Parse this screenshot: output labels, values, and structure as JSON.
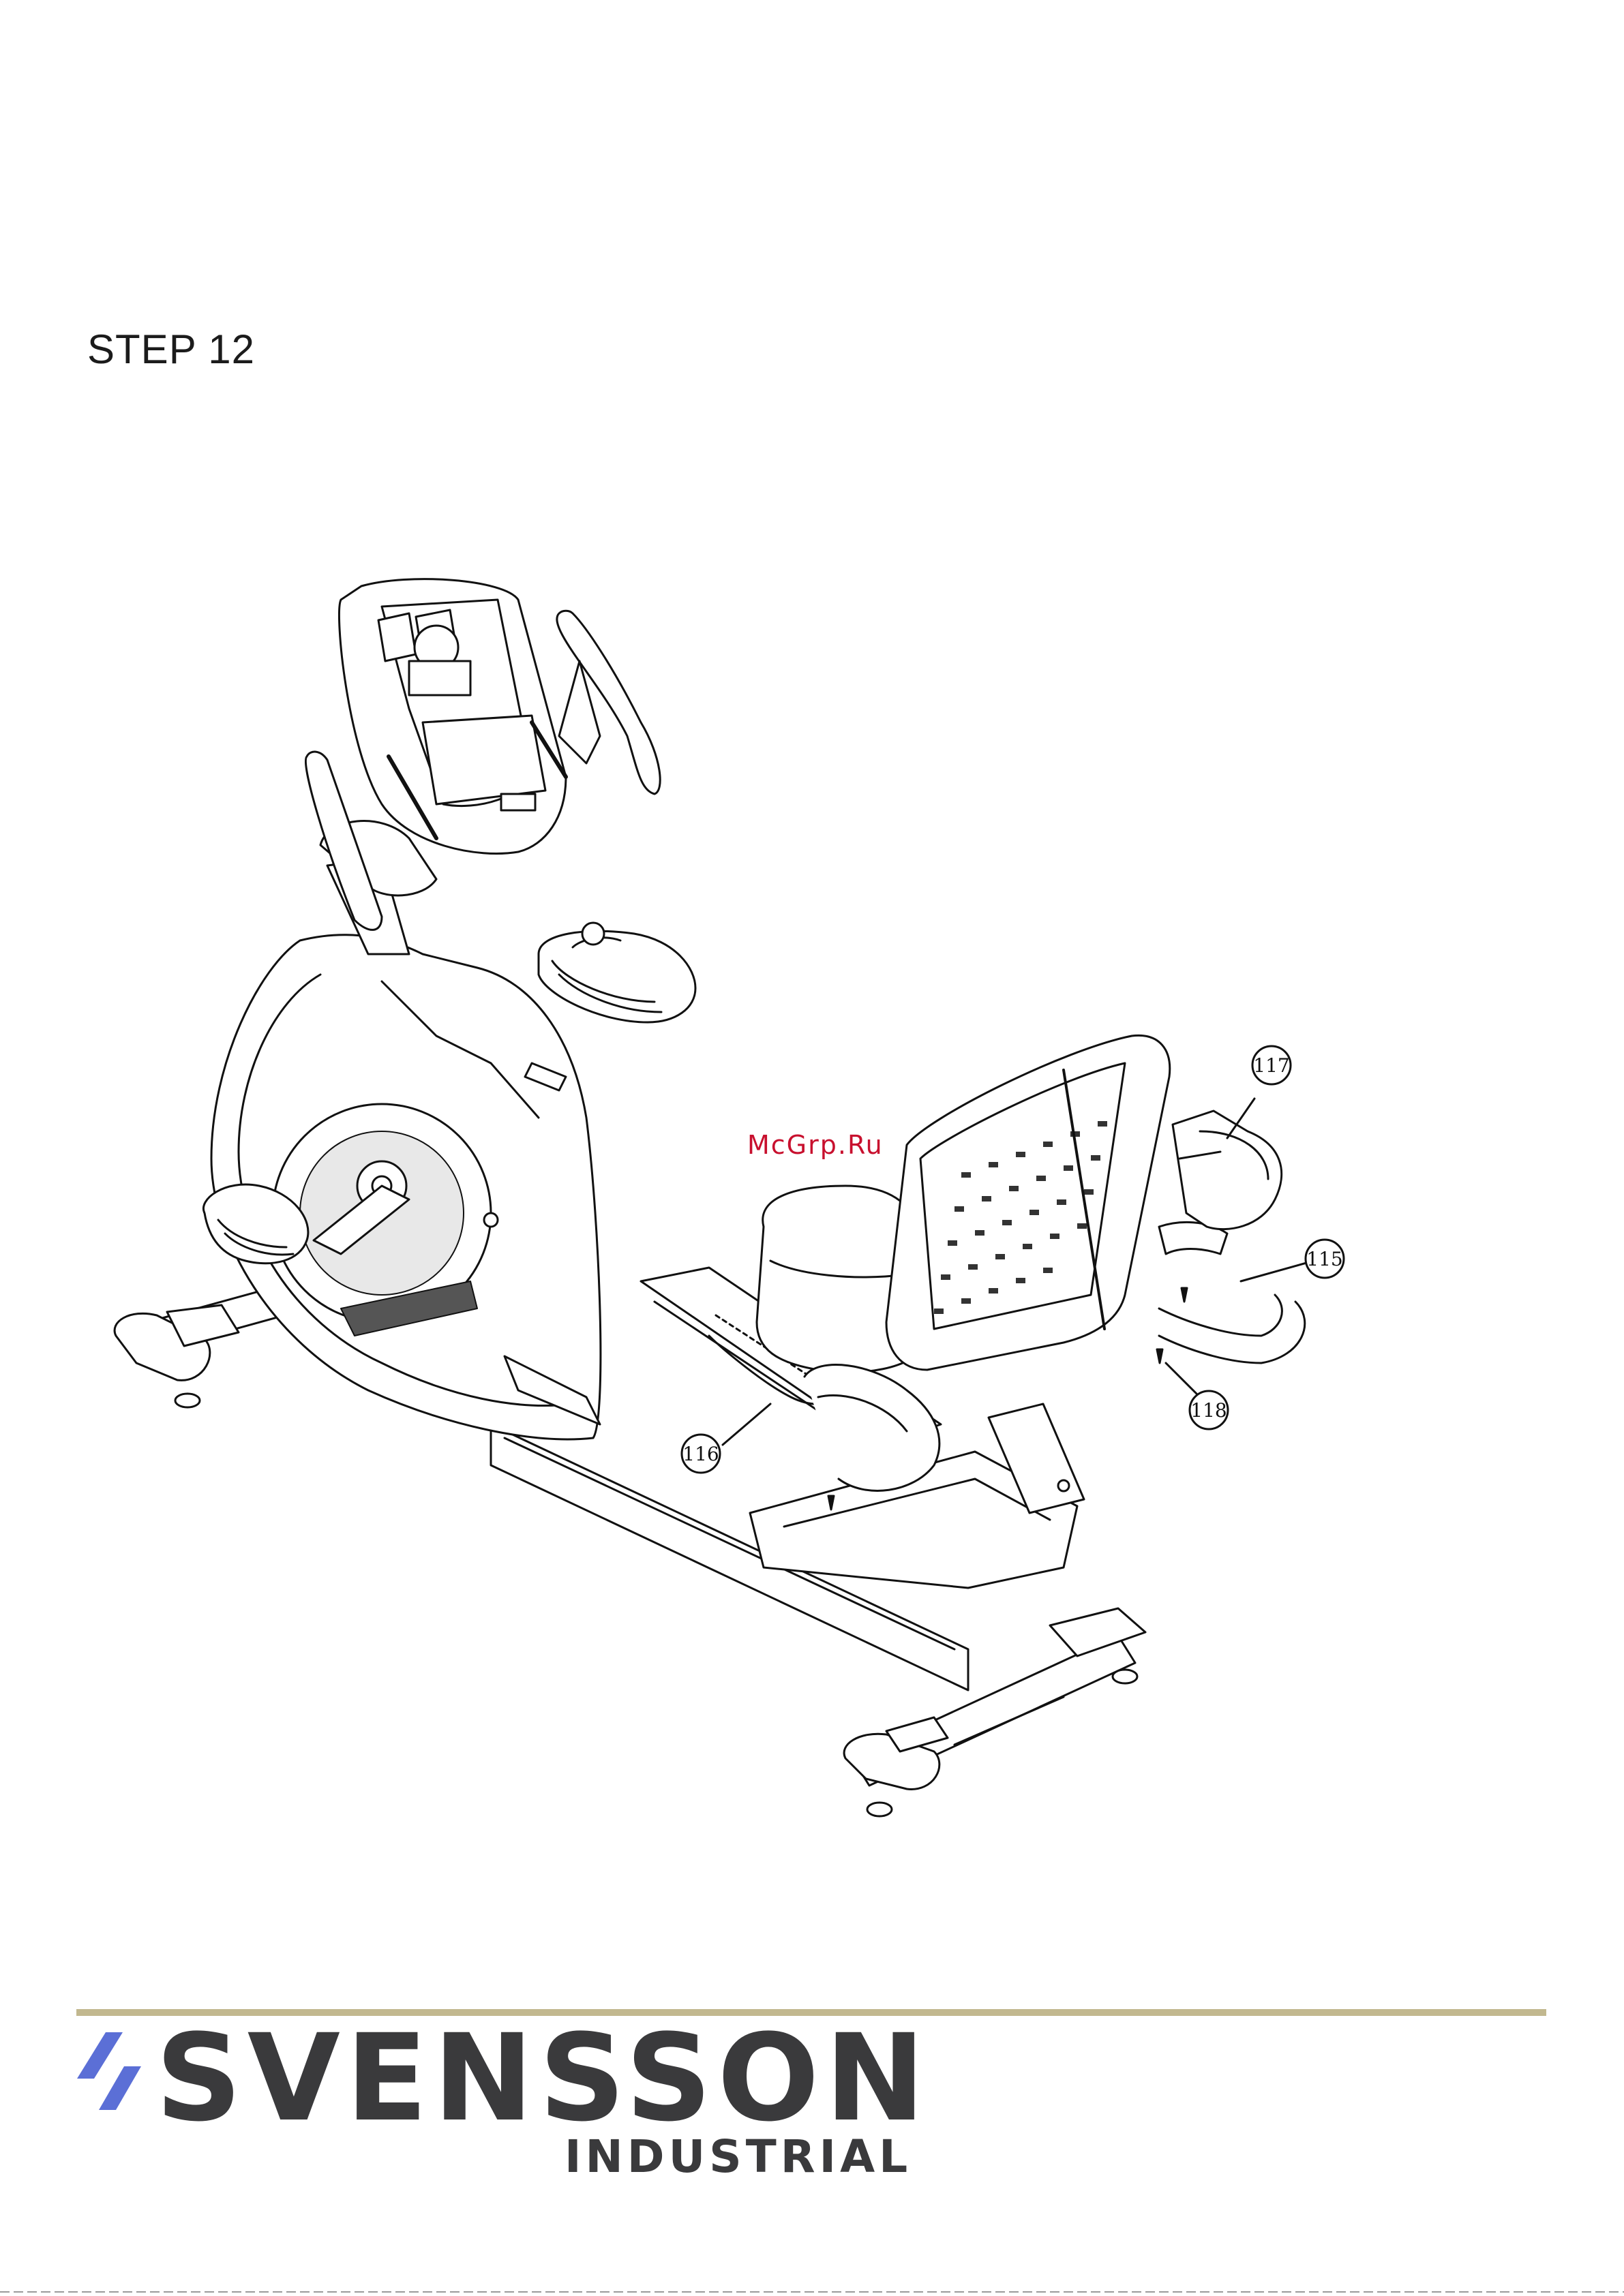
{
  "step_title": "STEP 12",
  "watermark": "McGrp.Ru",
  "callouts": [
    {
      "id": "115",
      "label": "115"
    },
    {
      "id": "116",
      "label": "116"
    },
    {
      "id": "117",
      "label": "117"
    },
    {
      "id": "118",
      "label": "118"
    }
  ],
  "brand": {
    "name": "SVENSSON",
    "subtitle": "INDUSTRIAL",
    "accent_color": "#5b6fd6",
    "text_color": "#3a3a3c",
    "rule_color": "#c2b88f"
  }
}
